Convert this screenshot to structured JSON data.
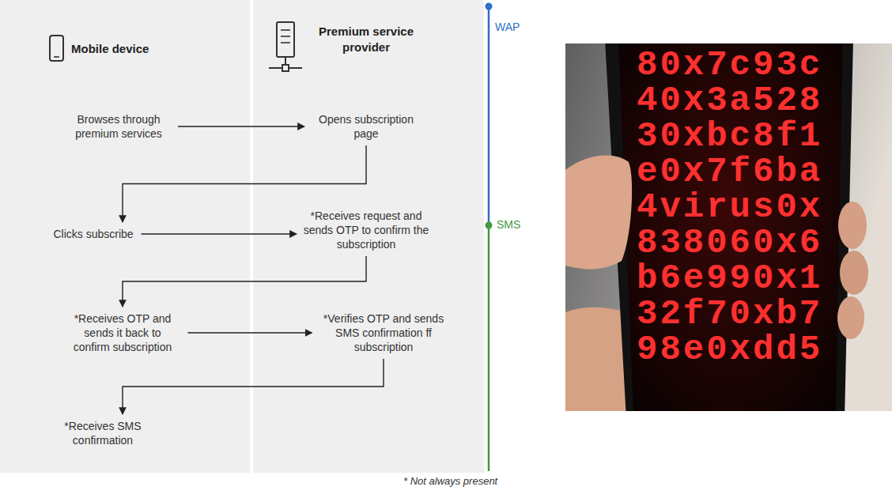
{
  "diagram": {
    "nodes": [
      {
        "text": [
          "Mobile device"
        ]
      },
      {
        "text": [
          "Premium service provider"
        ]
      },
      {
        "text": [
          "Browses through premium services"
        ],
        "in": 0
      },
      {
        "text": [
          "Opens subscription page"
        ],
        "in": 1
      },
      {
        "text": [
          "Clicks subscribe"
        ],
        "in": 0
      },
      {
        "text": [
          "*Receives request and sends OTP to confirm the subscription"
        ],
        "in": 1
      },
      {
        "text": [
          "*Receives OTP and sends it back to confirm subscription"
        ],
        "in": 0
      },
      {
        "text": [
          "*Verifies OTP and sends SMS confirmation ff subscription"
        ],
        "in": 1
      },
      {
        "text": [
          "*Receives SMS confirmation"
        ],
        "in": 0
      }
    ],
    "edges": [
      {
        "from": 2,
        "to": 3,
        "arrow": "to"
      },
      {
        "from": 3,
        "to": 4,
        "arrow": "to"
      },
      {
        "from": 4,
        "to": 5,
        "arrow": "to"
      },
      {
        "from": 5,
        "to": 6,
        "arrow": "to"
      },
      {
        "from": 6,
        "to": 7,
        "arrow": "to"
      },
      {
        "from": 7,
        "to": 8,
        "arrow": "to"
      }
    ],
    "labels": [
      "WAP",
      "SMS",
      "* Not always present",
      "80x7c93c",
      "40x3a528",
      "30xbc8f1",
      "e0x7f6ba",
      "4virus0x",
      "838060x6",
      "b6e990x1",
      "32f70xb7",
      "98e0xdd5"
    ]
  }
}
